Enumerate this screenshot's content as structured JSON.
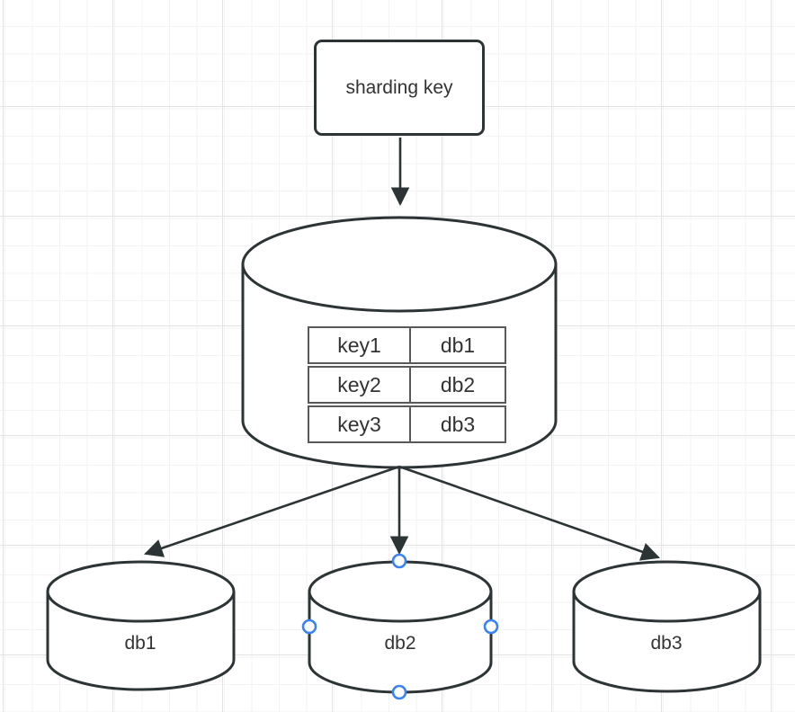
{
  "canvas": {
    "grid": {
      "background": "#ffffff",
      "minor_line_color": "#f3f3f3",
      "major_line_color": "#e3e3e3"
    }
  },
  "diagram": {
    "stroke_color": "#2d3436",
    "text_color": "#333333",
    "table_border_color": "#595959",
    "connection_handle_color": "#3b82f6",
    "sharding_key_box": {
      "label": "sharding key"
    },
    "mapping_store": {
      "table": {
        "rows": [
          {
            "key": "key1",
            "value": "db1"
          },
          {
            "key": "key2",
            "value": "db2"
          },
          {
            "key": "key3",
            "value": "db3"
          }
        ]
      }
    },
    "databases": [
      {
        "id": "db1",
        "label": "db1",
        "selected": false
      },
      {
        "id": "db2",
        "label": "db2",
        "selected": true
      },
      {
        "id": "db3",
        "label": "db3",
        "selected": false
      }
    ]
  }
}
